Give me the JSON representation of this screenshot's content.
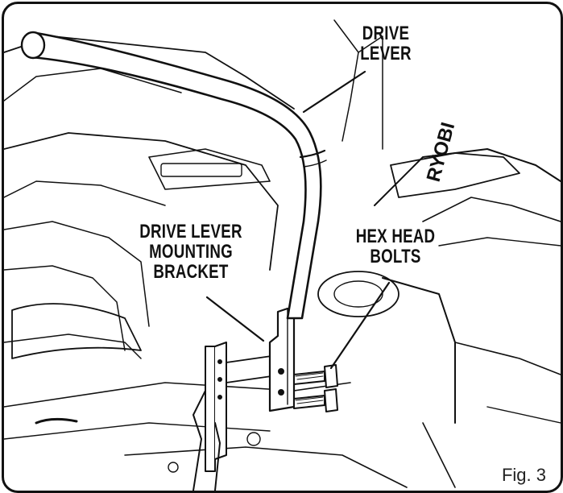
{
  "callouts": {
    "drive_lever": [
      "DRIVE",
      "LEVER"
    ],
    "mounting_bracket": [
      "DRIVE LEVER",
      "MOUNTING",
      "BRACKET"
    ],
    "hex_bolts": [
      "HEX HEAD",
      "BOLTS"
    ]
  },
  "figure_label": "Fig. 3",
  "logo_text": "RYOBI"
}
